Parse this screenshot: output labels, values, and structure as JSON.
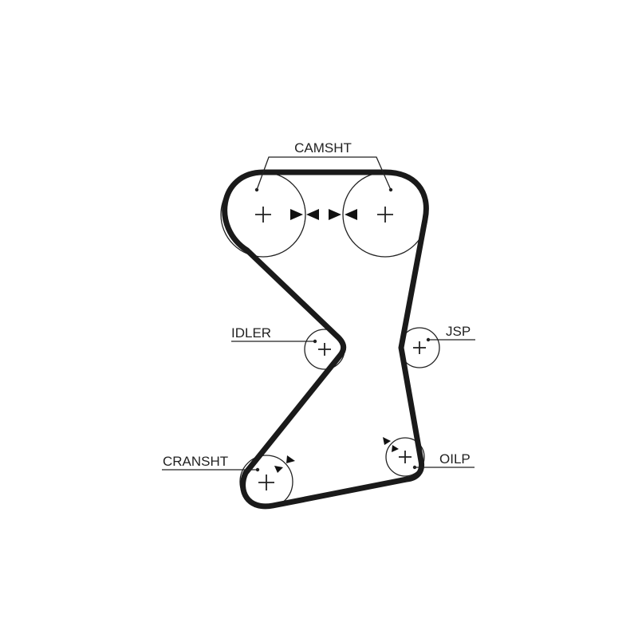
{
  "diagram": {
    "labels": {
      "camshaft": "CAMSHT",
      "idler": "IDLER",
      "jsp": "JSP",
      "crankshaft": "CRANSHT",
      "oil_pump": "OILP"
    },
    "colors": {
      "belt": "#1a1a1a",
      "line": "#222222",
      "background": "#ffffff"
    }
  }
}
